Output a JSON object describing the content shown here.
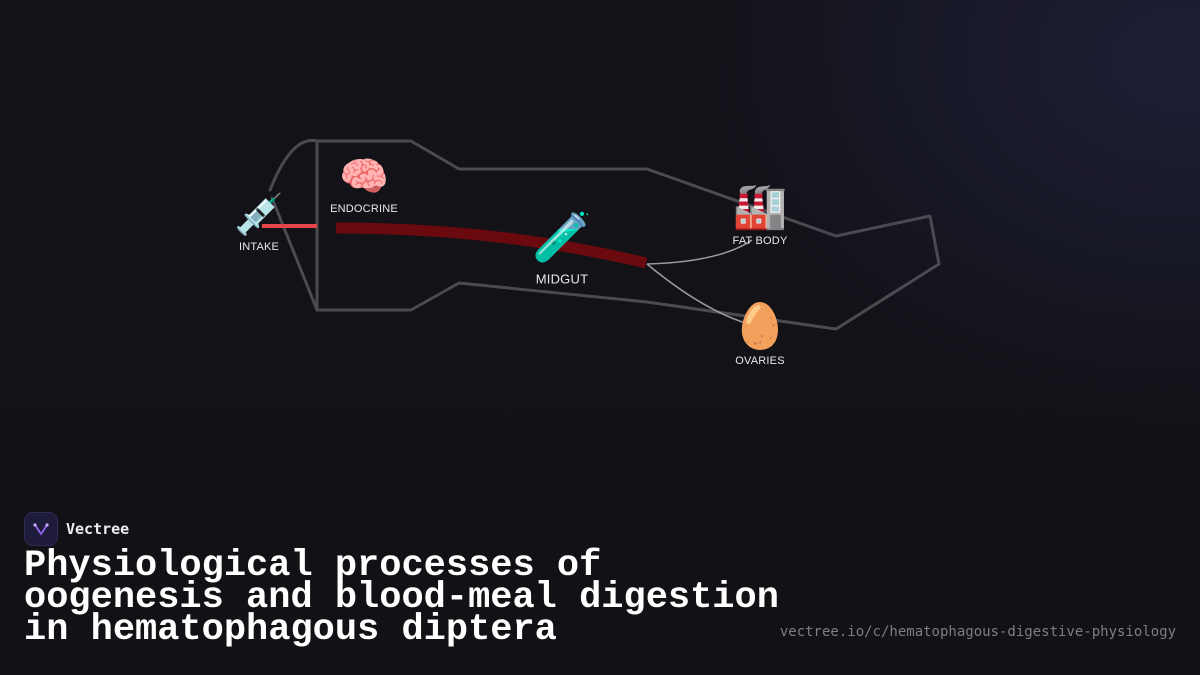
{
  "diagram": {
    "nodes": {
      "intake": {
        "label": "INTAKE",
        "icon": "syringe-icon",
        "glyph": "💉"
      },
      "endocrine": {
        "label": "ENDOCRINE",
        "icon": "brain-icon",
        "glyph": "🧠"
      },
      "midgut": {
        "label": "MIDGUT",
        "icon": "test-tube-icon",
        "glyph": "🧪"
      },
      "fat_body": {
        "label": "FAT BODY",
        "icon": "factory-icon",
        "glyph": "🏭"
      },
      "ovaries": {
        "label": "OVARIES",
        "icon": "egg-icon",
        "glyph": "🥚"
      }
    },
    "colors": {
      "outline": "#4a4a50",
      "intake_flow": "#e8454a",
      "blood_flow": "#6b0a0e",
      "link": "#9a9aa2"
    }
  },
  "brand": {
    "name": "Vectree"
  },
  "title": "Physiological processes of oogenesis and blood-meal digestion in hematophagous diptera",
  "url": "vectree.io/c/hematophagous-digestive-physiology"
}
